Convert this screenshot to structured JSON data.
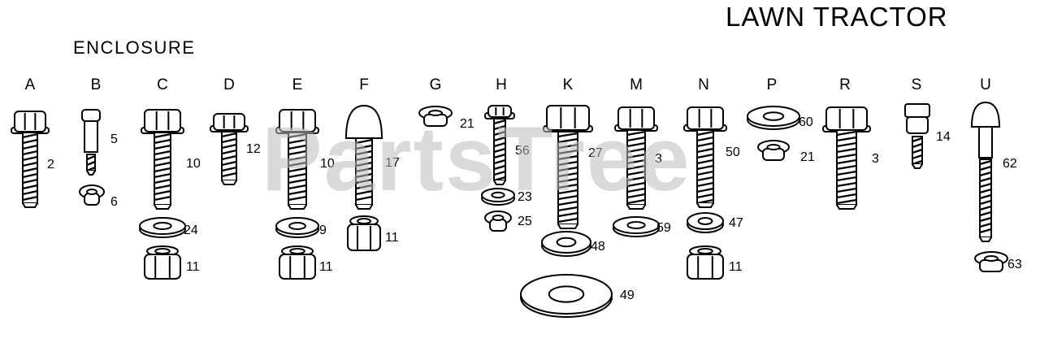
{
  "header": {
    "title": "LAWN TRACTOR",
    "section": "ENCLOSURE"
  },
  "watermark": "PartsTree",
  "columns": [
    "A",
    "B",
    "C",
    "D",
    "E",
    "F",
    "G",
    "H",
    "K",
    "M",
    "N",
    "P",
    "R",
    "S",
    "U"
  ],
  "callouts": {
    "a2": "2",
    "b5": "5",
    "b6": "6",
    "c10": "10",
    "c24": "24",
    "c11": "11",
    "d12": "12",
    "e10": "10",
    "e9": "9",
    "e11": "11",
    "f17": "17",
    "f11": "11",
    "g21": "21",
    "h56": "56",
    "h23": "23",
    "h25": "25",
    "k27": "27",
    "k48": "48",
    "k49": "49",
    "m3": "3",
    "m59": "59",
    "n50": "50",
    "n47": "47",
    "n11": "11",
    "p60": "60",
    "p21": "21",
    "r3": "3",
    "s14": "14",
    "u62": "62",
    "u63": "63"
  },
  "colors": {
    "line": "#000000",
    "watermark": "#bdbdbd"
  }
}
